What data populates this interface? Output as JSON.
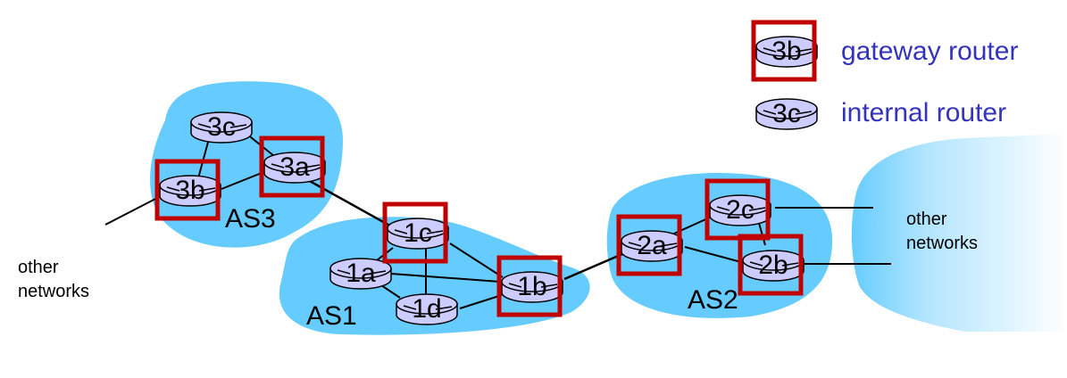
{
  "legend": {
    "gateway": {
      "sample": "3b",
      "label": "gateway router"
    },
    "internal": {
      "sample": "3c",
      "label": "internal router"
    }
  },
  "as_labels": {
    "as1": "AS1",
    "as2": "AS2",
    "as3": "AS3"
  },
  "other_networks": {
    "left": {
      "line1": "other",
      "line2": "networks"
    },
    "right": {
      "line1": "other",
      "line2": "networks"
    }
  },
  "routers": {
    "r3c": "3c",
    "r3a": "3a",
    "r3b": "3b",
    "r1c": "1c",
    "r1a": "1a",
    "r1d": "1d",
    "r1b": "1b",
    "r2a": "2a",
    "r2c": "2c",
    "r2b": "2b"
  },
  "colors": {
    "as_fill": "#66ccff",
    "router_fill": "#ccccff",
    "gateway_box": "#c00000",
    "legend_text": "#3333bb"
  }
}
